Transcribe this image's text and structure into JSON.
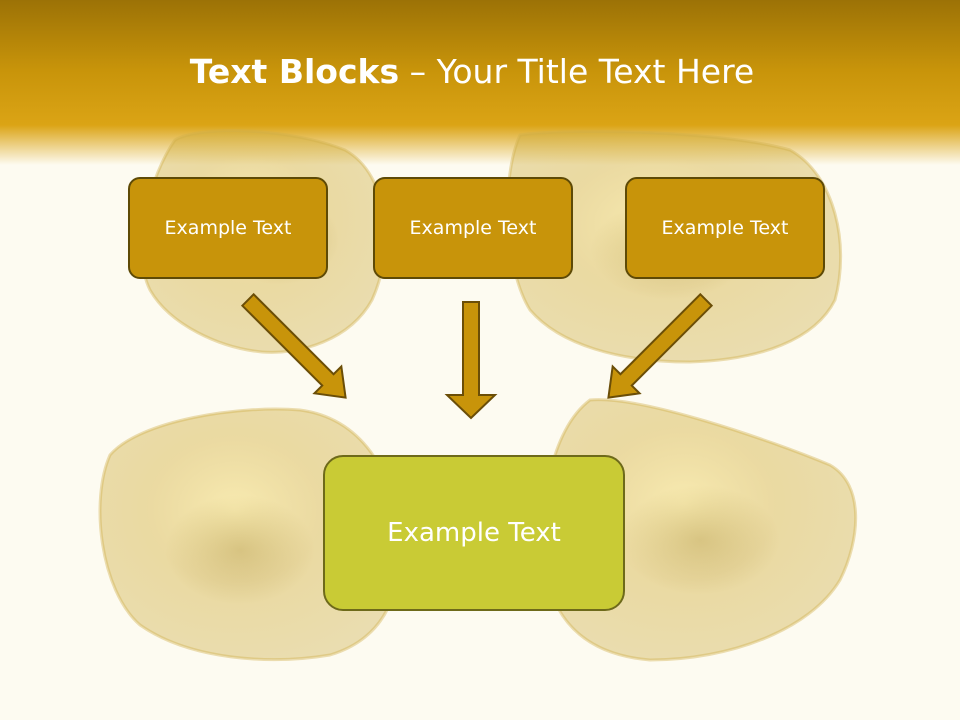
{
  "title": {
    "bold": "Text Blocks",
    "rest": " – Your Title Text Here"
  },
  "boxes": [
    {
      "label": "Example Text"
    },
    {
      "label": "Example Text"
    },
    {
      "label": "Example Text"
    }
  ],
  "target": {
    "label": "Example Text"
  },
  "colors": {
    "header": "#c8940a",
    "box_fill": "#c8940a",
    "box_border": "#5e4a06",
    "target_fill": "#c9cb35",
    "arrow_fill": "#c8940a",
    "background": "#fdfbf1"
  },
  "background_image": "gold-nuggets"
}
